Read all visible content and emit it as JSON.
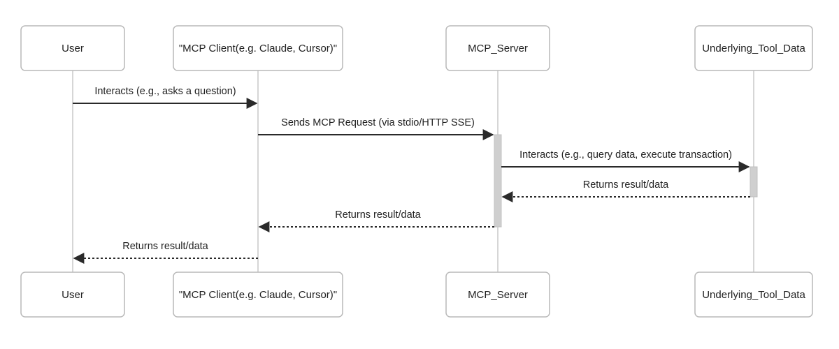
{
  "participants": [
    {
      "id": "user",
      "label": "User"
    },
    {
      "id": "client",
      "label": "\"MCP Client(e.g. Claude, Cursor)\""
    },
    {
      "id": "server",
      "label": "MCP_Server"
    },
    {
      "id": "tool",
      "label": "Underlying_Tool_Data"
    }
  ],
  "messages": [
    {
      "from": "user",
      "to": "client",
      "label": "Interacts (e.g., asks a question)",
      "style": "solid"
    },
    {
      "from": "client",
      "to": "server",
      "label": "Sends MCP Request (via stdio/HTTP SSE)",
      "style": "solid"
    },
    {
      "from": "server",
      "to": "tool",
      "label": "Interacts (e.g., query data, execute transaction)",
      "style": "solid"
    },
    {
      "from": "tool",
      "to": "server",
      "label": "Returns result/data",
      "style": "dashed"
    },
    {
      "from": "server",
      "to": "client",
      "label": "Returns result/data",
      "style": "dashed"
    },
    {
      "from": "client",
      "to": "user",
      "label": "Returns result/data",
      "style": "dashed"
    }
  ],
  "activations": [
    {
      "participant": "server",
      "from_message": 1,
      "to_message": 4
    },
    {
      "participant": "tool",
      "from_message": 2,
      "to_message": 3
    }
  ]
}
